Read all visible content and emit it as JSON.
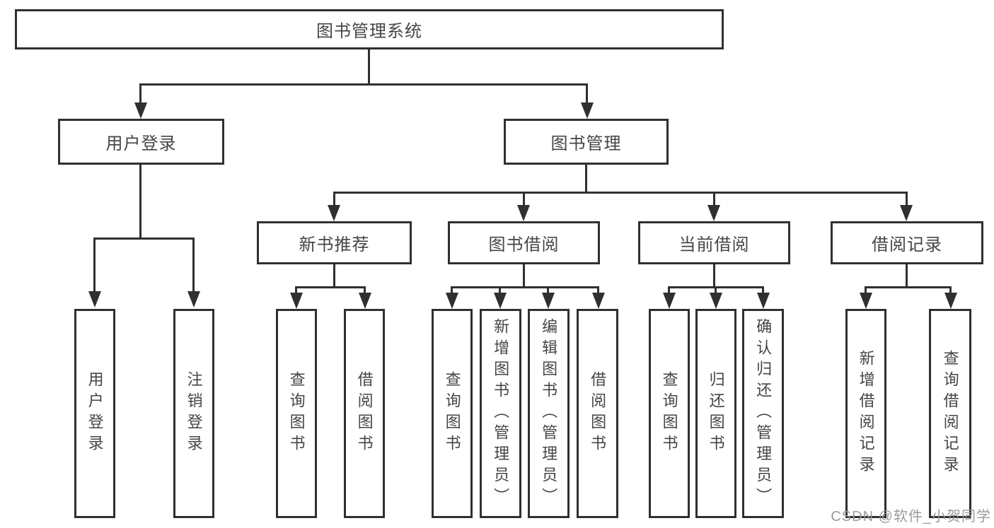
{
  "diagram": {
    "title": "图书管理系统",
    "level2": {
      "user_login": "用户登录",
      "book_mgmt": "图书管理"
    },
    "level3": {
      "new_books": "新书推荐",
      "book_borrow": "图书借阅",
      "current_borrow": "当前借阅",
      "borrow_records": "借阅记录"
    },
    "leaves": {
      "user_login": [
        "用户登录",
        "注销登录"
      ],
      "new_books": [
        "查询图书",
        "借阅图书"
      ],
      "book_borrow": [
        "查询图书",
        "新增图书（管理员）",
        "编辑图书（管理员）",
        "借阅图书"
      ],
      "current_borrow": [
        "查询图书",
        "归还图书",
        "确认归还（管理员）"
      ],
      "borrow_records": [
        "新增借阅记录",
        "查询借阅记录"
      ]
    }
  },
  "watermark": "CSDN @软件_小贺同学",
  "colors": {
    "line": "#303030",
    "box_border": "#303030",
    "text": "#454545",
    "background": "#ffffff",
    "watermark": "#949699"
  }
}
